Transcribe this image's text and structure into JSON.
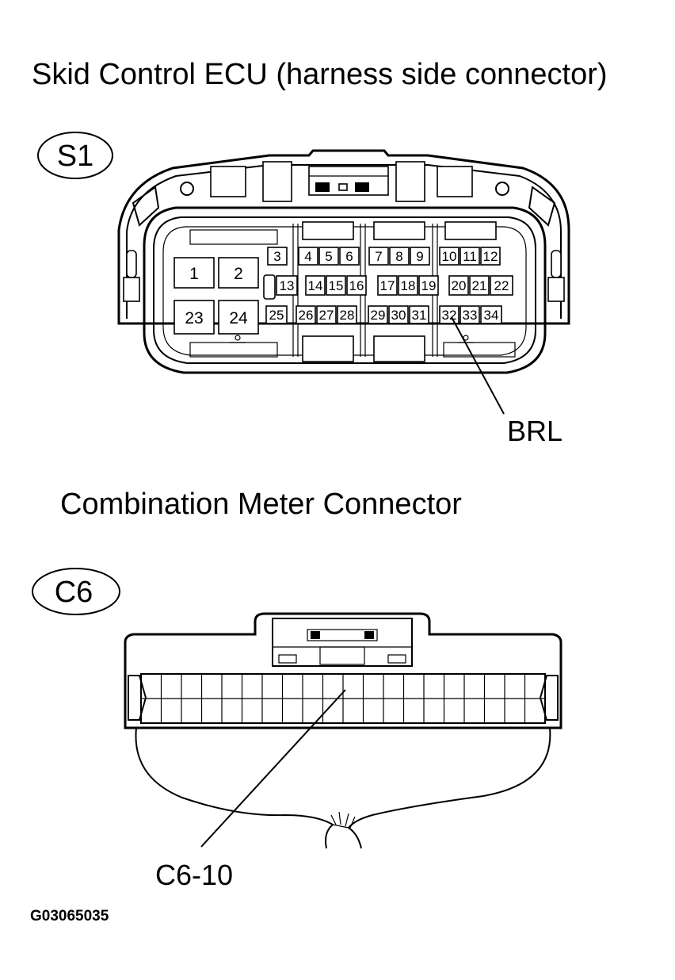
{
  "s1": {
    "title": "Skid Control ECU (harness side connector)",
    "badge": "S1",
    "pins": [
      "1",
      "2",
      "3",
      "4",
      "5",
      "6",
      "7",
      "8",
      "9",
      "10",
      "11",
      "12",
      "13",
      "14",
      "15",
      "16",
      "17",
      "18",
      "19",
      "20",
      "21",
      "22",
      "23",
      "24",
      "25",
      "26",
      "27",
      "28",
      "29",
      "30",
      "31",
      "32",
      "33",
      "34"
    ],
    "callout": "BRL"
  },
  "c6": {
    "title": "Combination Meter Connector",
    "badge": "C6",
    "callout": "C6-10"
  },
  "figure_code": "G03065035"
}
